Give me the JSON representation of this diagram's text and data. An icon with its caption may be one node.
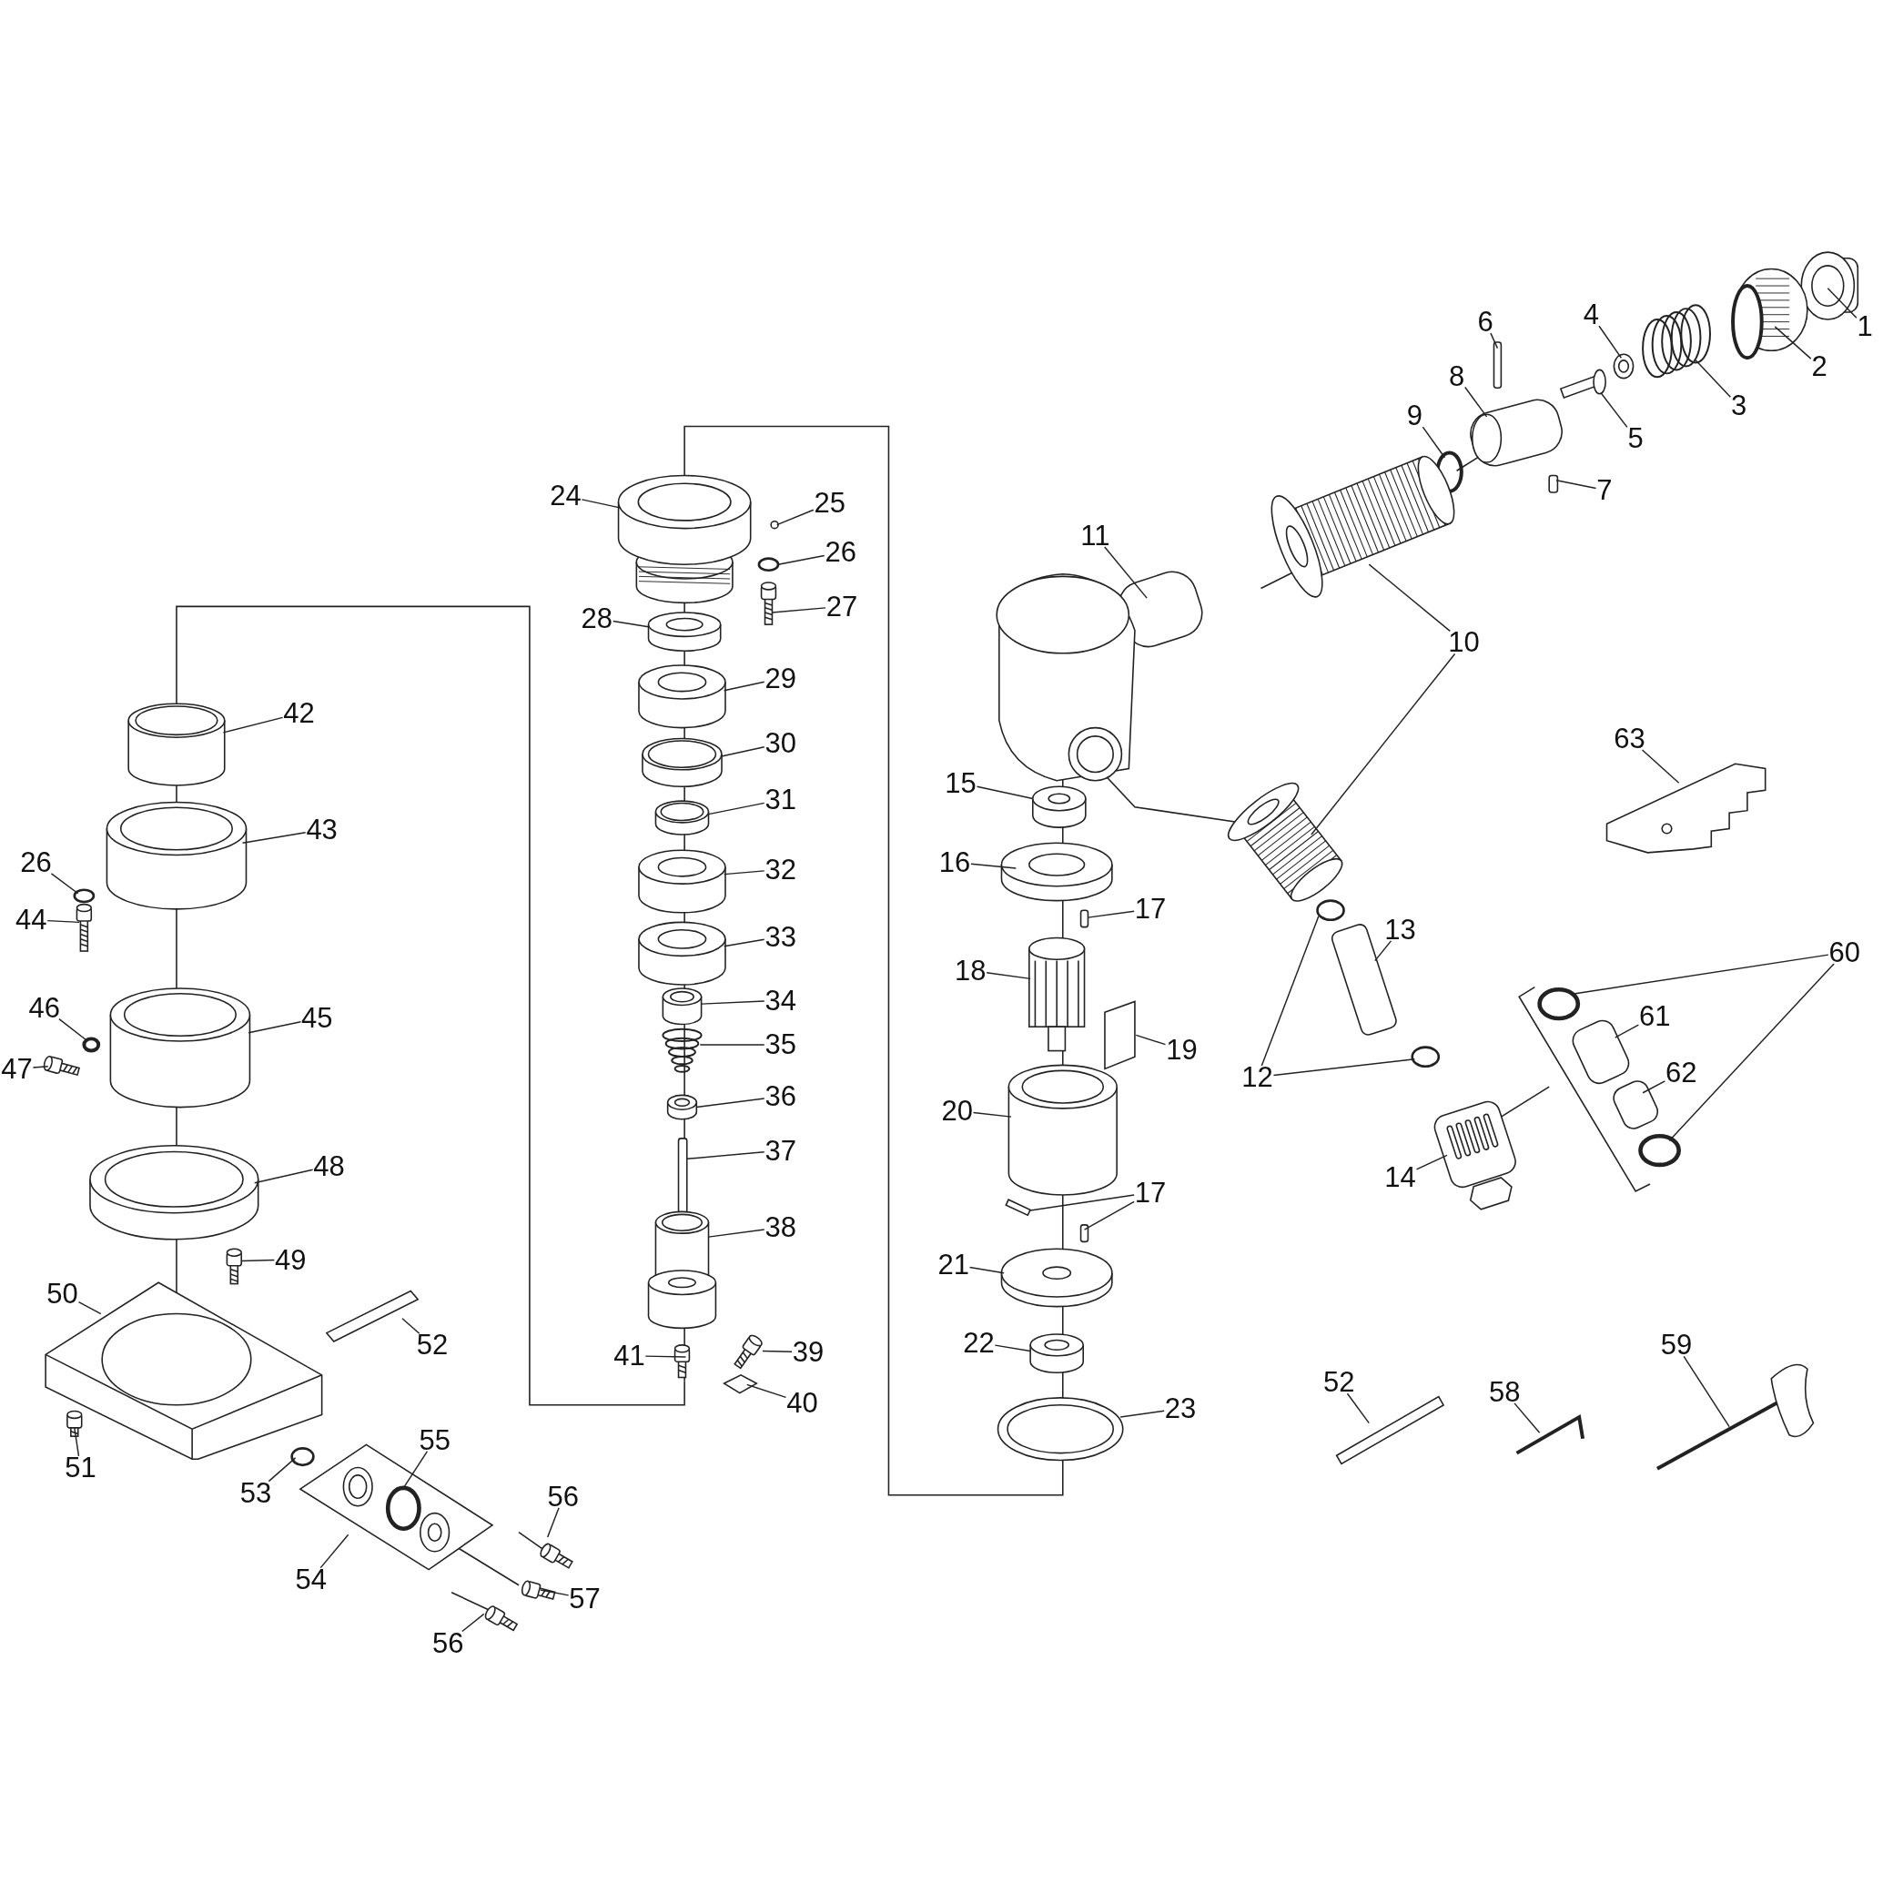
{
  "diagram": {
    "nodes": [
      {
        "text": [
          "1"
        ]
      },
      {
        "text": [
          "2"
        ]
      },
      {
        "text": [
          "3"
        ]
      },
      {
        "text": [
          "4"
        ]
      },
      {
        "text": [
          "5"
        ]
      },
      {
        "text": [
          "6"
        ]
      },
      {
        "text": [
          "7"
        ]
      },
      {
        "text": [
          "8"
        ]
      },
      {
        "text": [
          "9"
        ]
      },
      {
        "text": [
          "10"
        ]
      },
      {
        "text": [
          "11"
        ]
      },
      {
        "text": [
          "12"
        ]
      },
      {
        "text": [
          "13"
        ]
      },
      {
        "text": [
          "14"
        ]
      },
      {
        "text": [
          "15"
        ]
      },
      {
        "text": [
          "16"
        ]
      },
      {
        "text": [
          "17"
        ]
      },
      {
        "text": [
          "18"
        ]
      },
      {
        "text": [
          "19"
        ]
      },
      {
        "text": [
          "20"
        ]
      },
      {
        "text": [
          "21"
        ]
      },
      {
        "text": [
          "17"
        ]
      },
      {
        "text": [
          "22"
        ]
      },
      {
        "text": [
          "23"
        ]
      },
      {
        "text": [
          "24"
        ]
      },
      {
        "text": [
          "25"
        ]
      },
      {
        "text": [
          "26"
        ]
      },
      {
        "text": [
          "27"
        ]
      },
      {
        "text": [
          "28"
        ]
      },
      {
        "text": [
          "29"
        ]
      },
      {
        "text": [
          "30"
        ]
      },
      {
        "text": [
          "31"
        ]
      },
      {
        "text": [
          "32"
        ]
      },
      {
        "text": [
          "33"
        ]
      },
      {
        "text": [
          "34"
        ]
      },
      {
        "text": [
          "35"
        ]
      },
      {
        "text": [
          "36"
        ]
      },
      {
        "text": [
          "37"
        ]
      },
      {
        "text": [
          "38"
        ]
      },
      {
        "text": [
          "39"
        ]
      },
      {
        "text": [
          "40"
        ]
      },
      {
        "text": [
          "41"
        ]
      },
      {
        "text": [
          "42"
        ]
      },
      {
        "text": [
          "43"
        ]
      },
      {
        "text": [
          "26"
        ]
      },
      {
        "text": [
          "44"
        ]
      },
      {
        "text": [
          "45"
        ]
      },
      {
        "text": [
          "46"
        ]
      },
      {
        "text": [
          "47"
        ]
      },
      {
        "text": [
          "48"
        ]
      },
      {
        "text": [
          "49"
        ]
      },
      {
        "text": [
          "50"
        ]
      },
      {
        "text": [
          "51"
        ]
      },
      {
        "text": [
          "52"
        ]
      },
      {
        "text": [
          "53"
        ]
      },
      {
        "text": [
          "54"
        ]
      },
      {
        "text": [
          "55"
        ]
      },
      {
        "text": [
          "56"
        ]
      },
      {
        "text": [
          "57"
        ]
      },
      {
        "text": [
          "56"
        ]
      },
      {
        "text": [
          "52"
        ]
      },
      {
        "text": [
          "58"
        ]
      },
      {
        "text": [
          "59"
        ]
      },
      {
        "text": [
          "60"
        ]
      },
      {
        "text": [
          "61"
        ]
      },
      {
        "text": [
          "62"
        ]
      },
      {
        "text": [
          "63"
        ]
      },
      {
        "text": [],
        "shape": "cylinder"
      },
      {
        "text": [],
        "shape": "picture"
      },
      {
        "text": [],
        "shape": "picture"
      },
      {
        "text": [],
        "shape": "cylinder"
      },
      {
        "text": [],
        "shape": "box"
      },
      {
        "text": [],
        "shape": "box"
      },
      {
        "text": [],
        "shape": "box"
      },
      {
        "text": [],
        "shape": "cylinder"
      },
      {
        "text": [],
        "shape": "circle"
      },
      {
        "text": [],
        "shape": "picture"
      },
      {
        "text": [],
        "shape": "picture"
      },
      {
        "text": [],
        "shape": "circle"
      },
      {
        "text": [],
        "shape": "cylinder"
      },
      {
        "text": [],
        "shape": "picture"
      },
      {
        "text": [],
        "shape": "cylinder"
      },
      {
        "text": [],
        "shape": "cylinder"
      },
      {
        "text": [],
        "shape": "box"
      },
      {
        "text": [],
        "shape": "cylinder"
      },
      {
        "text": [],
        "shape": "box"
      },
      {
        "text": [],
        "shape": "cylinder"
      },
      {
        "text": [],
        "shape": "cylinder"
      },
      {
        "text": [],
        "shape": "box"
      },
      {
        "text": [],
        "shape": "cylinder"
      },
      {
        "text": [],
        "shape": "circle"
      },
      {
        "text": [],
        "shape": "cylinder"
      },
      {
        "text": [],
        "shape": "circle"
      },
      {
        "text": [],
        "shape": "circle"
      },
      {
        "text": [],
        "shape": "picture"
      },
      {
        "text": [],
        "shape": "cylinder"
      },
      {
        "text": [],
        "shape": "cylinder"
      },
      {
        "text": [],
        "shape": "cylinder"
      },
      {
        "text": [],
        "shape": "cylinder"
      },
      {
        "text": [],
        "shape": "cylinder"
      },
      {
        "text": [],
        "shape": "cylinder"
      },
      {
        "text": [],
        "shape": "cylinder"
      },
      {
        "text": [],
        "shape": "picture"
      },
      {
        "text": [],
        "shape": "cylinder"
      },
      {
        "text": [],
        "shape": "box"
      },
      {
        "text": [],
        "shape": "cylinder"
      },
      {
        "text": [],
        "shape": "picture"
      },
      {
        "text": [],
        "shape": "diamond"
      },
      {
        "text": [],
        "shape": "picture"
      },
      {
        "text": [],
        "shape": "cylinder"
      },
      {
        "text": [],
        "shape": "cylinder"
      },
      {
        "text": [],
        "shape": "circle"
      },
      {
        "text": [],
        "shape": "picture"
      },
      {
        "text": [],
        "shape": "cylinder"
      },
      {
        "text": [],
        "shape": "circle"
      },
      {
        "text": [],
        "shape": "picture"
      },
      {
        "text": [],
        "shape": "cylinder"
      },
      {
        "text": [],
        "shape": "picture"
      },
      {
        "text": [],
        "shape": "picture"
      },
      {
        "text": [],
        "shape": "box"
      },
      {
        "text": [],
        "shape": "box"
      },
      {
        "text": [],
        "shape": "circle"
      },
      {
        "text": [],
        "shape": "picture"
      },
      {
        "text": [],
        "shape": "circle",
        "in": 122
      },
      {
        "text": [],
        "shape": "picture"
      },
      {
        "text": [],
        "shape": "picture"
      },
      {
        "text": [],
        "shape": "picture"
      },
      {
        "text": [],
        "shape": "box"
      },
      {
        "text": [],
        "shape": "picture"
      },
      {
        "text": [],
        "shape": "picture"
      },
      {
        "text": [],
        "shape": "circle"
      },
      {
        "text": [],
        "shape": "cylinder"
      },
      {
        "text": [],
        "shape": "cylinder"
      },
      {
        "text": [],
        "shape": "picture"
      },
      {
        "text": [],
        "shape": "picture"
      },
      {
        "text": [],
        "shape": "circle"
      },
      {
        "text": [],
        "shape": "box"
      },
      {
        "text": [],
        "shape": "circle"
      }
    ],
    "edges": [
      {
        "from": 0,
        "to": 67,
        "arrow": "none"
      },
      {
        "from": 1,
        "to": 68,
        "arrow": "none"
      },
      {
        "from": 2,
        "to": 69,
        "arrow": "none"
      },
      {
        "from": 3,
        "to": 70,
        "arrow": "none"
      },
      {
        "from": 4,
        "to": 71,
        "arrow": "none"
      },
      {
        "from": 5,
        "to": 72,
        "arrow": "none"
      },
      {
        "from": 6,
        "to": 73,
        "arrow": "none"
      },
      {
        "from": 7,
        "to": 74,
        "arrow": "none"
      },
      {
        "from": 8,
        "to": 75,
        "arrow": "none"
      },
      {
        "from": 9,
        "to": 76,
        "arrow": "none"
      },
      {
        "from": 10,
        "to": 77,
        "arrow": "none"
      },
      {
        "from": 11,
        "to": 78,
        "arrow": "none"
      },
      {
        "from": 12,
        "to": 79,
        "arrow": "none"
      },
      {
        "from": 13,
        "to": 80,
        "arrow": "none"
      },
      {
        "from": 14,
        "to": 81,
        "arrow": "none"
      },
      {
        "from": 15,
        "to": 82,
        "arrow": "none"
      },
      {
        "from": 16,
        "to": 83,
        "arrow": "none"
      },
      {
        "from": 17,
        "to": 84,
        "arrow": "none"
      },
      {
        "from": 18,
        "to": 85,
        "arrow": "none"
      },
      {
        "from": 19,
        "to": 86,
        "arrow": "none"
      },
      {
        "from": 20,
        "to": 87,
        "arrow": "none"
      },
      {
        "from": 21,
        "to": 88,
        "arrow": "none"
      },
      {
        "from": 22,
        "to": 89,
        "arrow": "none"
      },
      {
        "from": 23,
        "to": 90,
        "arrow": "none"
      },
      {
        "from": 24,
        "to": 91,
        "arrow": "none"
      },
      {
        "from": 25,
        "to": 92,
        "arrow": "none"
      },
      {
        "from": 26,
        "to": 93,
        "arrow": "none"
      },
      {
        "from": 27,
        "to": 94,
        "arrow": "none"
      },
      {
        "from": 28,
        "to": 95,
        "arrow": "none"
      },
      {
        "from": 29,
        "to": 96,
        "arrow": "none"
      },
      {
        "from": 30,
        "to": 97,
        "arrow": "none"
      },
      {
        "from": 31,
        "to": 98,
        "arrow": "none"
      },
      {
        "from": 32,
        "to": 99,
        "arrow": "none"
      },
      {
        "from": 33,
        "to": 100,
        "arrow": "none"
      },
      {
        "from": 34,
        "to": 101,
        "arrow": "none"
      },
      {
        "from": 35,
        "to": 102,
        "arrow": "none"
      },
      {
        "from": 36,
        "to": 103,
        "arrow": "none"
      },
      {
        "from": 37,
        "to": 104,
        "arrow": "none"
      },
      {
        "from": 38,
        "to": 105,
        "arrow": "none"
      },
      {
        "from": 39,
        "to": 106,
        "arrow": "none"
      },
      {
        "from": 40,
        "to": 107,
        "arrow": "none"
      },
      {
        "from": 41,
        "to": 108,
        "arrow": "none"
      },
      {
        "from": 42,
        "to": 109,
        "arrow": "none"
      },
      {
        "from": 43,
        "to": 110,
        "arrow": "none"
      },
      {
        "from": 44,
        "to": 111,
        "arrow": "none"
      },
      {
        "from": 45,
        "to": 112,
        "arrow": "none"
      },
      {
        "from": 46,
        "to": 113,
        "arrow": "none"
      },
      {
        "from": 47,
        "to": 114,
        "arrow": "none"
      },
      {
        "from": 48,
        "to": 115,
        "arrow": "none"
      },
      {
        "from": 49,
        "to": 116,
        "arrow": "none"
      },
      {
        "from": 50,
        "to": 117,
        "arrow": "none"
      },
      {
        "from": 51,
        "to": 118,
        "arrow": "none"
      },
      {
        "from": 52,
        "to": 119,
        "arrow": "none"
      },
      {
        "from": 53,
        "to": 120,
        "arrow": "none"
      },
      {
        "from": 54,
        "to": 121,
        "arrow": "none"
      },
      {
        "from": 55,
        "to": 122,
        "arrow": "none"
      },
      {
        "from": 56,
        "to": 123,
        "arrow": "none"
      },
      {
        "from": 57,
        "to": 124,
        "arrow": "none"
      },
      {
        "from": 58,
        "to": 125,
        "arrow": "none"
      },
      {
        "from": 59,
        "to": 126,
        "arrow": "none"
      },
      {
        "from": 60,
        "to": 127,
        "arrow": "none"
      },
      {
        "from": 61,
        "to": 128,
        "arrow": "none"
      },
      {
        "from": 62,
        "to": 129,
        "arrow": "none"
      },
      {
        "from": 63,
        "to": 130,
        "arrow": "none"
      },
      {
        "from": 64,
        "to": 131,
        "arrow": "none"
      },
      {
        "from": 65,
        "to": 132,
        "arrow": "none"
      },
      {
        "from": 66,
        "to": 133,
        "arrow": "none"
      },
      {
        "from": 9,
        "to": 134,
        "arrow": "none"
      },
      {
        "from": 11,
        "to": 135,
        "arrow": "none"
      },
      {
        "from": 21,
        "to": 136,
        "arrow": "none"
      },
      {
        "from": 63,
        "to": 137,
        "arrow": "none"
      }
    ]
  }
}
